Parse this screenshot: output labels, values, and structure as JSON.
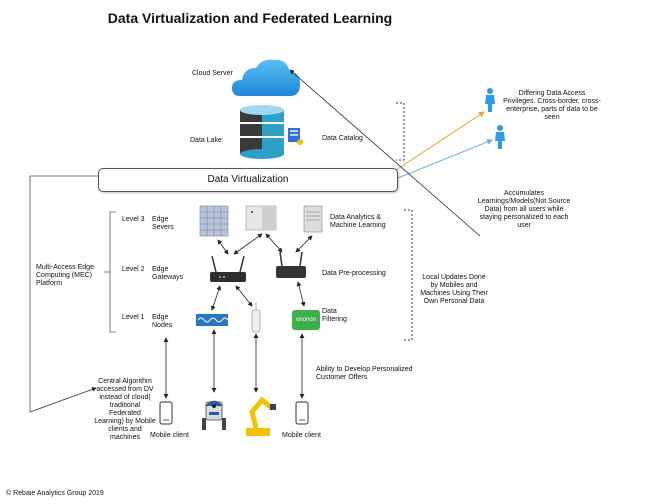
{
  "title": "Data Virtualization and Federated Learning",
  "cloud": {
    "label": "Cloud Server",
    "icon": "cloud-icon",
    "color": "#2f9be6"
  },
  "lake": {
    "label": "Data Lake",
    "icon": "database-icon",
    "color": "#2ea0c8"
  },
  "catalog": {
    "label": "Data Catalog",
    "icon": "catalog-icon"
  },
  "dv": {
    "label": "Data Virtualization"
  },
  "privileges": {
    "text": "Differing Data Access Privileges. Cross-border, cross-enterprise, parts of data to be seen",
    "icon": "person-icon",
    "color": "#2f9be6"
  },
  "accumulates": {
    "text": "Accumulates Learnings/Models(Not Source Data) from all users while staying personalized to each user"
  },
  "local_updates": {
    "text": "Local Updates Done by Mobiles and Machines Using Their Own Personal Data"
  },
  "mec": {
    "text": "Multi-Access Edge Computing (MEC) Platform"
  },
  "central": {
    "text": "Central Algorithm accessed from DV instead of cloud( traditional Federated Learning) by Mobile clients and machines"
  },
  "levels": [
    {
      "level": "Level 3",
      "name": "Edge Severs"
    },
    {
      "level": "Level 2",
      "name": "Edge Gateways"
    },
    {
      "level": "Level 1",
      "name": "Edge Nodes"
    }
  ],
  "analytics": {
    "text": "Data Analytics & Machine Learning"
  },
  "preprocessing": {
    "text": "Data Pre-processing"
  },
  "filtering": {
    "text": "Data Filtering",
    "badge": "ononon",
    "color": "#3db04a"
  },
  "offers": {
    "text": "Ability to Develop Personalized Customer Offers"
  },
  "clients": [
    {
      "label": "Mobile client",
      "icon": "mobile-phone-icon"
    },
    {
      "label": "",
      "icon": "robot-icon"
    },
    {
      "label": "",
      "icon": "robotic-arm-icon",
      "color": "#f2c200"
    },
    {
      "label": "Mobile client",
      "icon": "mobile-phone-icon"
    }
  ],
  "copyright": "© Rebaie Analytics Group 2019",
  "accents": {
    "dotted_bracket": "#2c2c9c",
    "orange_arrow": "#f0a030",
    "blue_arrow": "#7aaedc"
  }
}
